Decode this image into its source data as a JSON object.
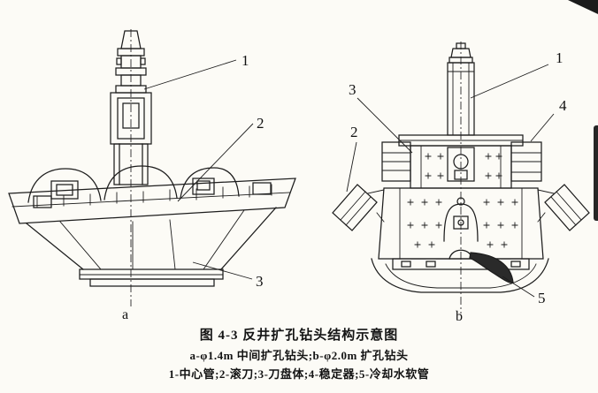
{
  "figure": {
    "left": {
      "sublabel": "a",
      "callouts": {
        "c1": "1",
        "c2": "2",
        "c3": "3"
      }
    },
    "right": {
      "sublabel": "b",
      "callouts": {
        "c1": "1",
        "c2": "2",
        "c3": "3",
        "c4": "4",
        "c5": "5"
      }
    },
    "caption": {
      "title": "图 4-3  反井扩孔钻头结构示意图",
      "line1": "a-φ1.4m 中间扩孔钻头;b-φ2.0m 扩孔钻头",
      "line2": "1-中心管;2-滚刀;3-刀盘体;4-稳定器;5-冷却水软管"
    }
  }
}
